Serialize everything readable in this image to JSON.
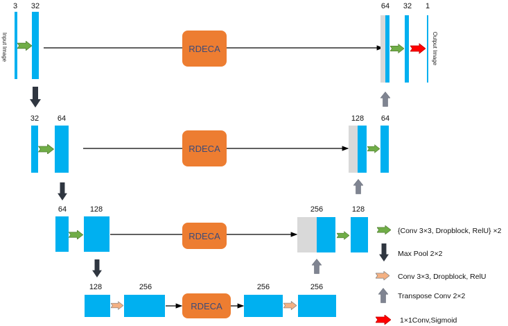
{
  "diagram": {
    "type": "U-Net architecture with RDECA skip connections",
    "input_label": "Input Image",
    "output_label": "Output Image",
    "rdeca_label": "RDECA",
    "channels": {
      "level1_enc": [
        "3",
        "32"
      ],
      "level1_dec": [
        "64",
        "32",
        "1"
      ],
      "level2_enc": [
        "32",
        "64"
      ],
      "level2_dec": [
        "128",
        "64"
      ],
      "level3_enc": [
        "64",
        "128"
      ],
      "level3_dec": [
        "256",
        "128"
      ],
      "level4": [
        "128",
        "256",
        "256",
        "256"
      ]
    },
    "colors": {
      "feature_map": "#00b0f0",
      "concat_map": "#d9d9d9",
      "rdeca": "#ed7d31",
      "conv_block_arrow": "#70ad47",
      "maxpool_arrow": "#2f3640",
      "conv_arrow": "#f4b183",
      "transpose_arrow": "#7f8491",
      "final_arrow": "#ff0000"
    }
  },
  "legend": [
    {
      "icon": "green-right-arrow-icon",
      "label": "{Conv 3×3, Dropblock, RelU} ×2"
    },
    {
      "icon": "dark-down-arrow-icon",
      "label": "Max Pool 2×2"
    },
    {
      "icon": "peach-right-arrow-icon",
      "label": "Conv 3×3, Dropblock, RelU"
    },
    {
      "icon": "gray-up-arrow-icon",
      "label": "Transpose Conv 2×2"
    },
    {
      "icon": "red-right-arrow-icon",
      "label": "1×1Conv,Sigmoid"
    }
  ]
}
